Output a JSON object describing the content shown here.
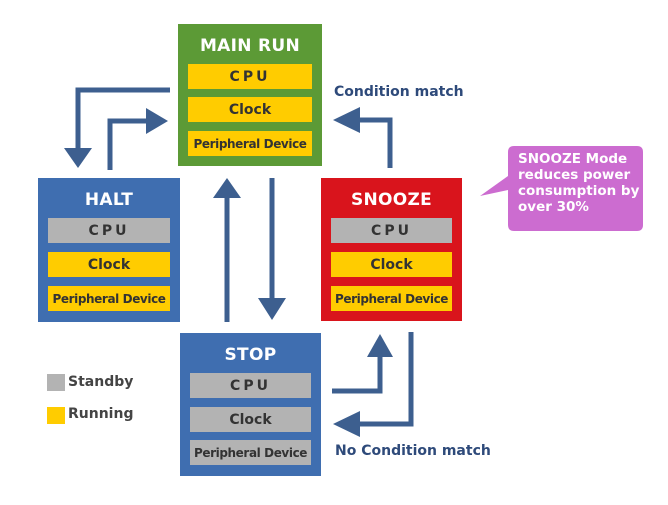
{
  "colors": {
    "main_run": "#5c9a36",
    "halt": "#3f6eb0",
    "snooze": "#d9141c",
    "stop": "#3f6eb0",
    "running": "#ffcc00",
    "standby": "#b3b3b3",
    "arrow": "#3d5f8f",
    "callout": "#cc6cd0"
  },
  "states": {
    "main_run": {
      "title": "MAIN RUN",
      "components": [
        {
          "label": "CPU",
          "status": "running"
        },
        {
          "label": "Clock",
          "status": "running"
        },
        {
          "label": "Peripheral Device",
          "status": "running"
        }
      ]
    },
    "halt": {
      "title": "HALT",
      "components": [
        {
          "label": "CPU",
          "status": "standby"
        },
        {
          "label": "Clock",
          "status": "running"
        },
        {
          "label": "Peripheral Device",
          "status": "running"
        }
      ]
    },
    "snooze": {
      "title": "SNOOZE",
      "components": [
        {
          "label": "CPU",
          "status": "standby"
        },
        {
          "label": "Clock",
          "status": "running"
        },
        {
          "label": "Peripheral Device",
          "status": "running"
        }
      ]
    },
    "stop": {
      "title": "STOP",
      "components": [
        {
          "label": "CPU",
          "status": "standby"
        },
        {
          "label": "Clock",
          "status": "standby"
        },
        {
          "label": "Peripheral Device",
          "status": "standby"
        }
      ]
    }
  },
  "labels": {
    "condition_match": "Condition match",
    "no_condition_match": "No Condition match"
  },
  "callout": {
    "text": "SNOOZE Mode reduces power consumption by over 30%"
  },
  "legend": [
    {
      "label": "Standby",
      "status": "standby"
    },
    {
      "label": "Running",
      "status": "running"
    }
  ],
  "transitions": [
    {
      "from": "main_run",
      "to": "halt"
    },
    {
      "from": "halt",
      "to": "main_run"
    },
    {
      "from": "main_run",
      "to": "stop"
    },
    {
      "from": "stop",
      "to": "main_run"
    },
    {
      "from": "snooze",
      "to": "main_run",
      "label": "Condition match"
    },
    {
      "from": "stop",
      "to": "snooze"
    },
    {
      "from": "snooze",
      "to": "stop",
      "label": "No Condition match"
    }
  ]
}
